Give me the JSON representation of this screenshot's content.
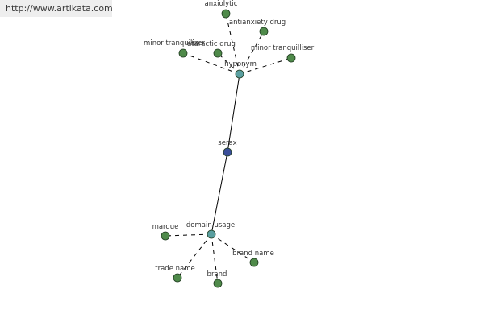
{
  "banner": {
    "url": "http://www.artikata.com"
  },
  "colors": {
    "leaf_node": "#4f8a4a",
    "relation_node": "#5a9fa0",
    "center_node": "#3b4f9a",
    "node_stroke": "#1e3a1e",
    "edge": "#000000"
  },
  "graph": {
    "center": {
      "id": "serax",
      "label": "serax"
    },
    "hubs": [
      {
        "id": "hyponym",
        "label": "hyponym"
      },
      {
        "id": "domain_usage",
        "label": "domain usage"
      }
    ],
    "leaves": [
      {
        "id": "anxiolytic",
        "label": "anxiolytic",
        "hub": "hyponym"
      },
      {
        "id": "antianxiety_drug",
        "label": "antianxiety drug",
        "hub": "hyponym"
      },
      {
        "id": "minor_tranquilizer",
        "label": "minor tranquilizer",
        "hub": "hyponym"
      },
      {
        "id": "ataractic_drug",
        "label": "ataractic drug",
        "hub": "hyponym"
      },
      {
        "id": "minor_tranquilliser",
        "label": "minor tranquilliser",
        "hub": "hyponym"
      },
      {
        "id": "marque",
        "label": "marque",
        "hub": "domain_usage"
      },
      {
        "id": "trade_name",
        "label": "trade name",
        "hub": "domain_usage"
      },
      {
        "id": "brand",
        "label": "brand",
        "hub": "domain_usage"
      },
      {
        "id": "brand_name",
        "label": "brand name",
        "hub": "domain_usage"
      }
    ]
  }
}
